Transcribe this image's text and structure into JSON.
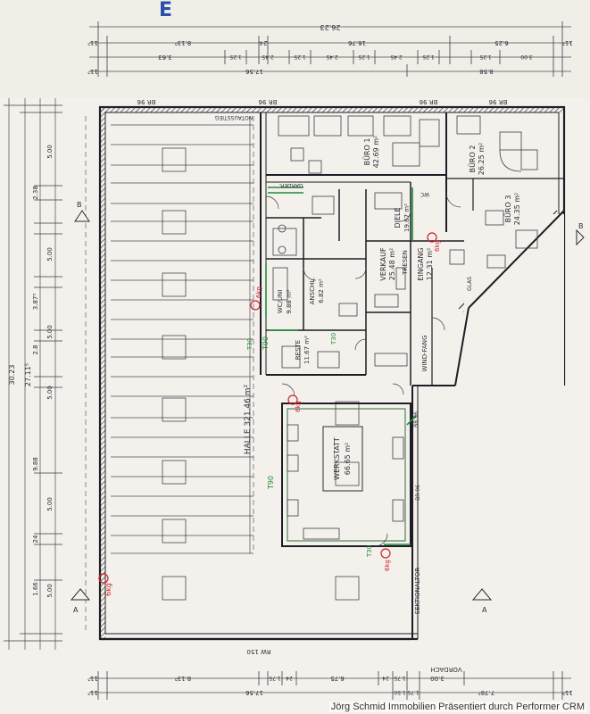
{
  "top_dims": {
    "row1": [
      "26.23"
    ],
    "row2": [
      "11⁵",
      "8.13⁵",
      "24",
      "16.76",
      "6.25",
      "11⁵"
    ],
    "row3": [
      "3.63",
      "1.25",
      "2.45",
      "1.25",
      "2.45",
      "1.25",
      "2.45",
      "1.25",
      "1.25",
      "3.00"
    ],
    "row4": [
      "11⁵",
      "17.56",
      "8.58"
    ]
  },
  "bottom_dims": {
    "row1": [
      "11⁵",
      "8.13⁵",
      "1.75",
      "24",
      "6.75",
      "24",
      "1.75",
      "3.00"
    ],
    "row2": [
      "11⁵",
      "17.56",
      "1.50",
      "1.75",
      "7.78⁵",
      "11⁵"
    ],
    "canopy": "VORDACH"
  },
  "left_dims": {
    "outer": "30.23",
    "inner": "27.11⁵",
    "segments": [
      "5.00",
      "2.38",
      "5.00",
      "3.87⁵",
      "2.8",
      "5.00",
      "5.00",
      "9.88",
      "5.00",
      "24",
      "1.66",
      "5.00"
    ]
  },
  "rooms": {
    "halle": "HALLE 321.46 m²",
    "werkstatt_name": "WERKSTATT",
    "werkstatt_area": "66.65 m²",
    "buero1_name": "BÜRO 1",
    "buero1_area": "42.69 m²",
    "buero2_name": "BÜRO 2",
    "buero2_area": "26.25 m²",
    "buero3_name": "BÜRO 3",
    "buero3_area": "24.35 m²",
    "diele_name": "DIELE",
    "diele_area": "19.67 m²",
    "verkauf_name": "VERKAUF",
    "verkauf_area": "25.48 m²",
    "eingang_name": "EINGANG",
    "eingang_area": "12.31 m²",
    "tresen": "TRESEN",
    "anschl_name": "ANSCHL.",
    "anschl_area": "6.82 m²",
    "wc_name": "WC/UNI",
    "wc_area": "9.88 m²",
    "reste_name": "RESTE",
    "reste_area": "11.67 m²",
    "windfang": "WIND-FANG",
    "garder": "GARDER.",
    "notausstieg": "NOTAUSSTIEG",
    "sektionaltor": "SEKTIONALTOR",
    "glas": "GLAS",
    "wc_small": "WC",
    "compass": "E"
  },
  "labels": {
    "br96": "BR 96",
    "rw150": "RW 150",
    "section_a": "A",
    "section_b": "B",
    "t90": "T90",
    "t30": "T30"
  },
  "annotations": {
    "extinguisher": "6kg"
  },
  "footer": "Jörg Schmid Immobilien Präsentiert durch Performer CRM"
}
